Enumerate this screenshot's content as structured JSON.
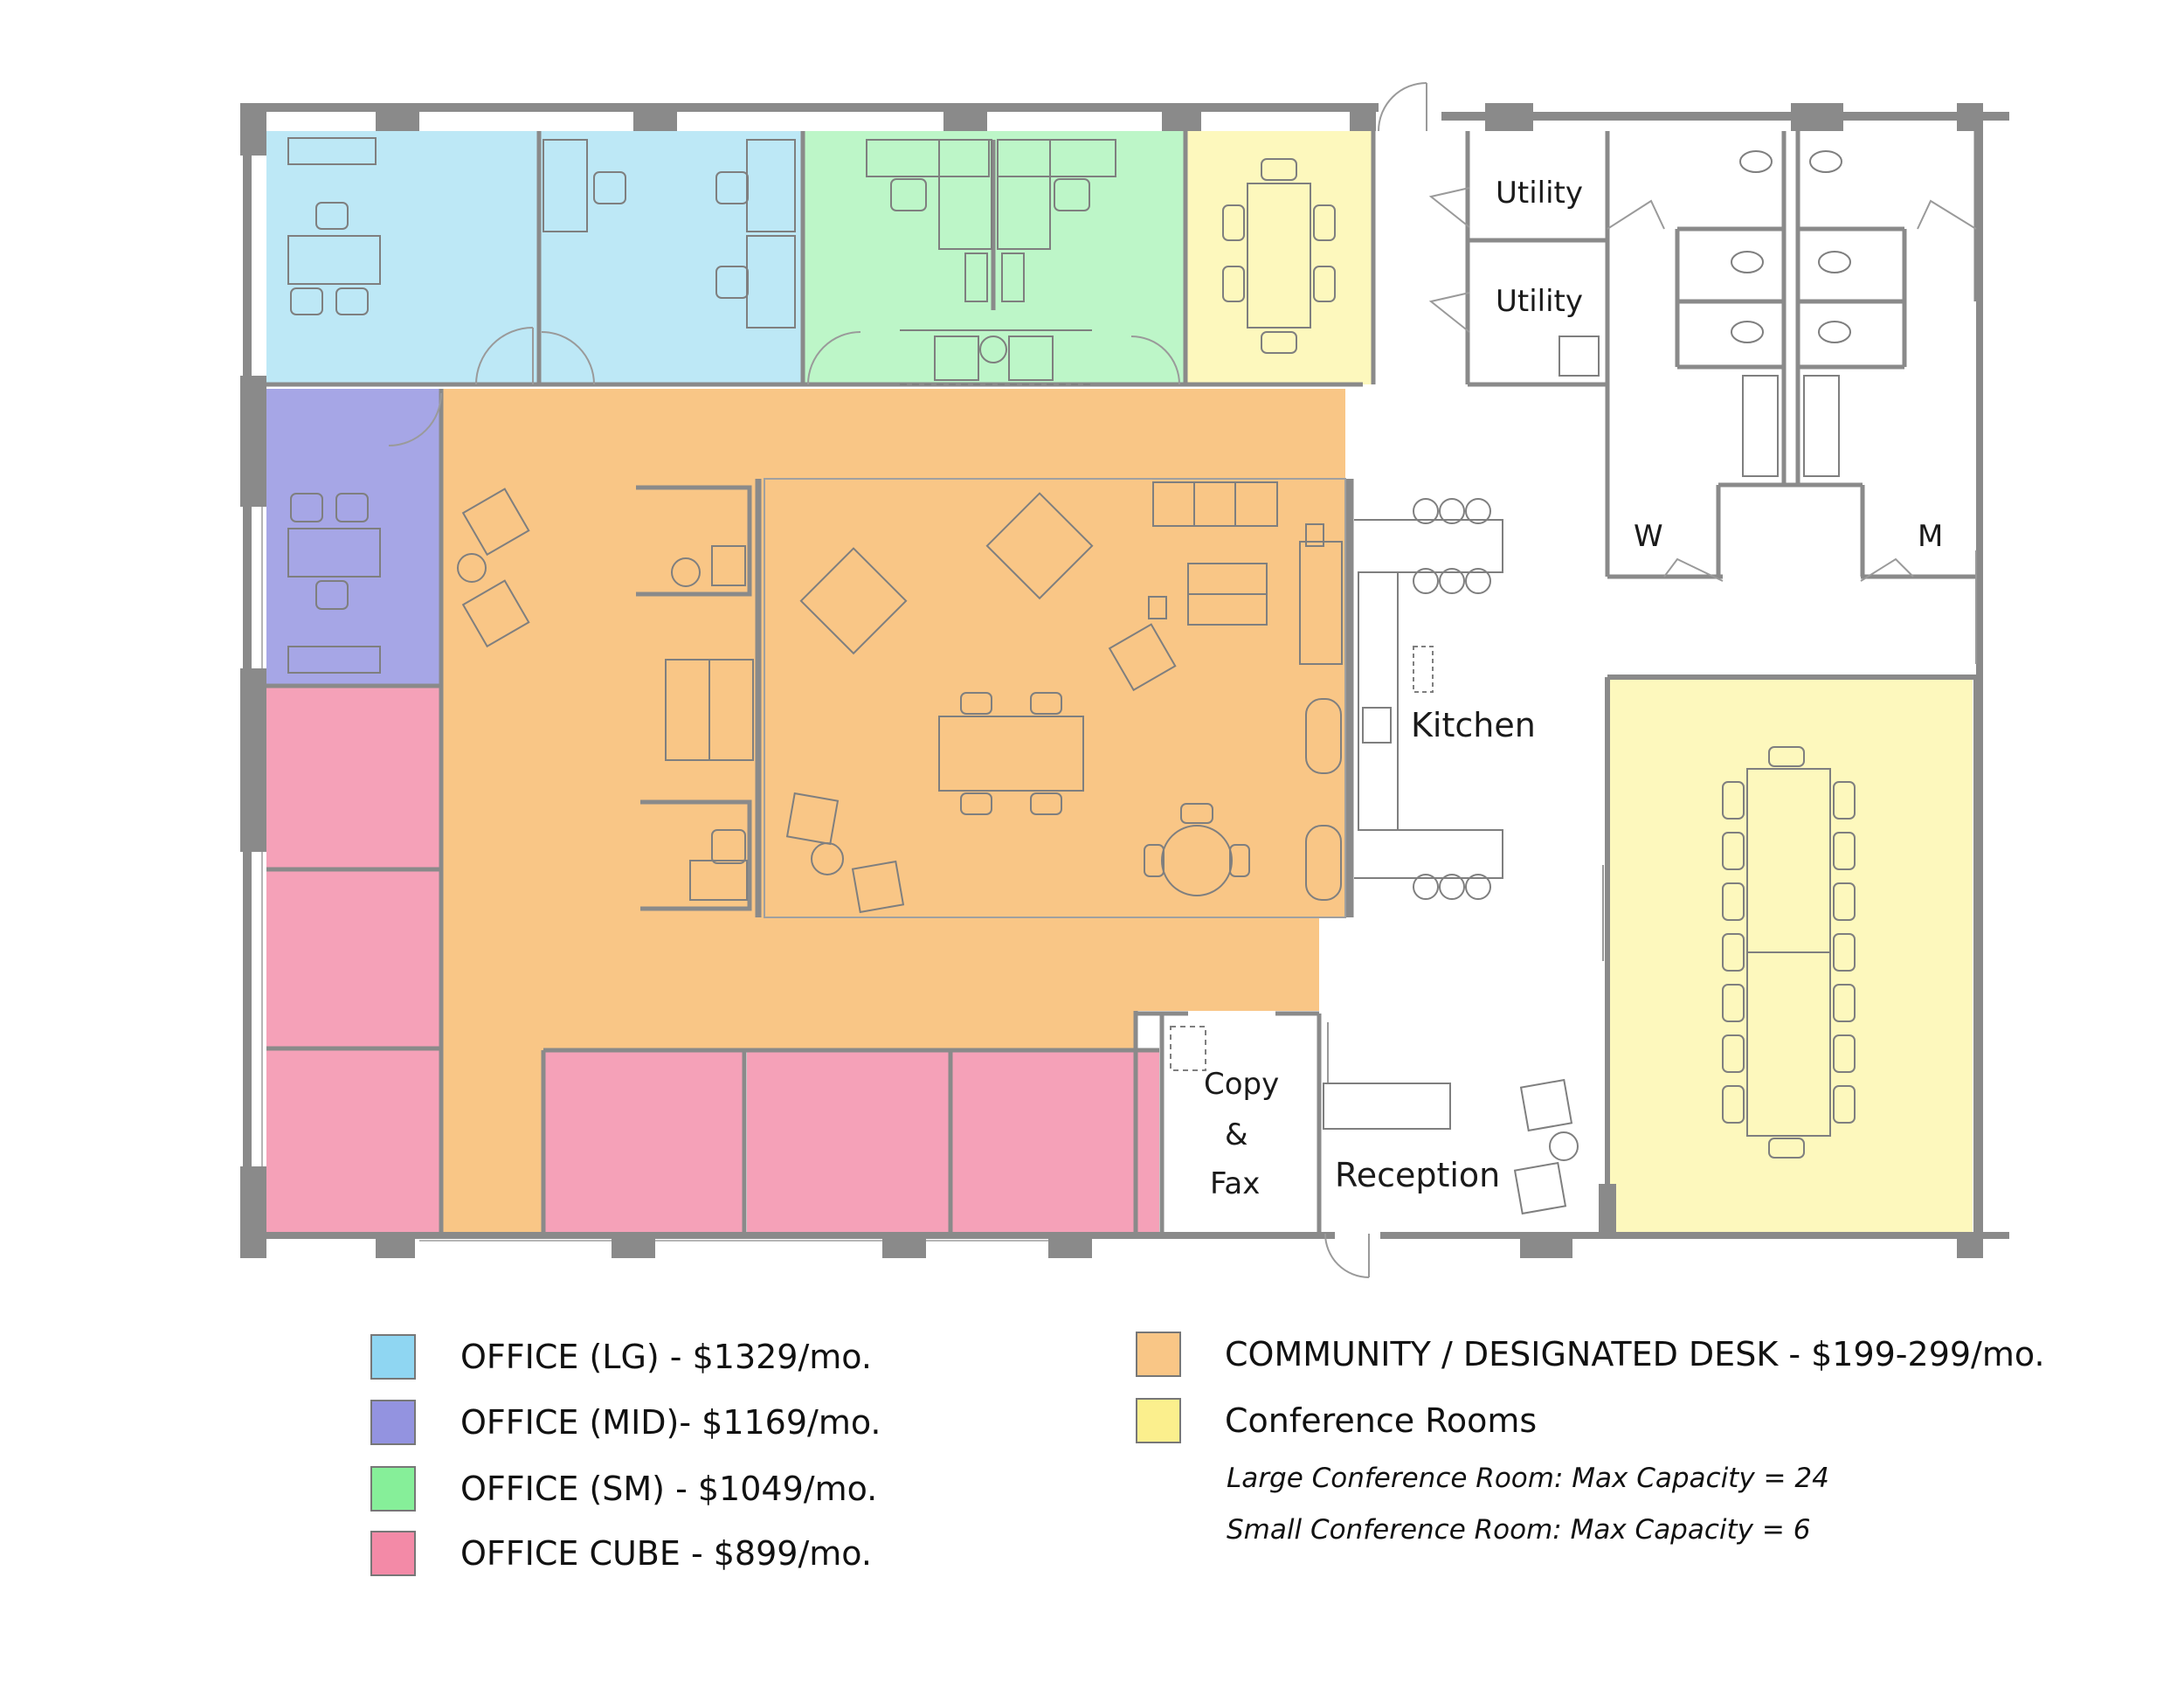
{
  "colors": {
    "office_lg": "#bde8f6",
    "office_mid": "#a6a6e6",
    "office_sm": "#bdf6c8",
    "office_cube": "#f5a1b8",
    "community": "#f9c686",
    "conference": "#fdf8bd",
    "wall": "#8a8a8a",
    "swatch_lg": "#8fd6f2",
    "swatch_mid": "#9393e0",
    "swatch_sm": "#86ef99",
    "swatch_cube": "#f38aa7",
    "swatch_community": "#f9c686",
    "swatch_conference": "#fbef8d"
  },
  "rooms": {
    "utility_1": "Utility",
    "utility_2": "Utility",
    "restroom_women": "W",
    "restroom_men": "M",
    "kitchen": "Kitchen",
    "copy_fax_line1": "Copy",
    "copy_fax_line2": "&",
    "copy_fax_line3": "Fax",
    "reception": "Reception"
  },
  "legend": {
    "items": [
      {
        "label": "OFFICE (LG) -  $1329/mo.",
        "color_key": "swatch_lg"
      },
      {
        "label": "OFFICE (MID)- $1169/mo.",
        "color_key": "swatch_mid"
      },
      {
        "label": "OFFICE (SM) - $1049/mo.",
        "color_key": "swatch_sm"
      },
      {
        "label": "OFFICE CUBE - $899/mo.",
        "color_key": "swatch_cube"
      },
      {
        "label": "COMMUNITY / DESIGNATED DESK - $199-299/mo.",
        "color_key": "swatch_community"
      },
      {
        "label": "Conference Rooms",
        "color_key": "swatch_conference"
      }
    ],
    "notes": [
      "Large Conference Room: Max Capacity = 24",
      "Small Conference Room: Max Capacity = 6"
    ]
  }
}
